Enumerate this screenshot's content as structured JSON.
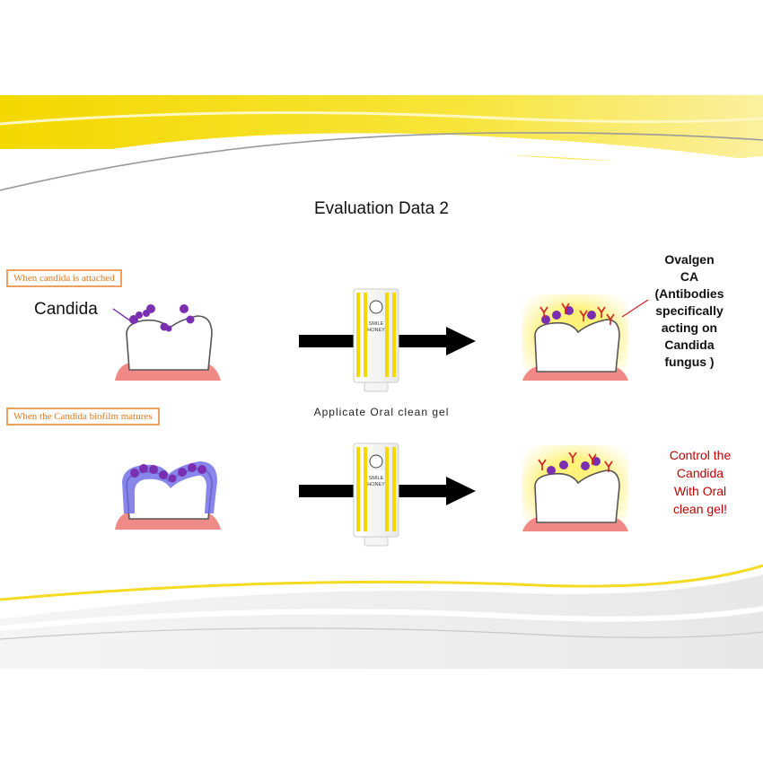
{
  "title": "Evaluation Data 2",
  "case_attached": {
    "label": "When candida is attached",
    "candida_label": "Candida"
  },
  "case_biofilm": {
    "label": "When  the Candida biofilm matures"
  },
  "product_caption": "Applicate  Oral  clean  gel",
  "product_tube": {
    "line1": "SMILE",
    "line2": "HONEY"
  },
  "ovalgen_note": [
    "Ovalgen",
    "CA",
    "(Antibodies",
    "specifically",
    "acting on",
    "Candida",
    "fungus )"
  ],
  "control_note": [
    "Control the",
    "Candida",
    "With Oral",
    "clean gel!"
  ],
  "colors": {
    "accent_yellow": "#f7e02a",
    "gum_pink": "#f08a86",
    "candida_purple": "#7a2fb0",
    "biofilm_blue": "#6a66e6",
    "antibody_red": "#d62020",
    "label_orange": "#e07820",
    "note_red": "#c00000"
  }
}
